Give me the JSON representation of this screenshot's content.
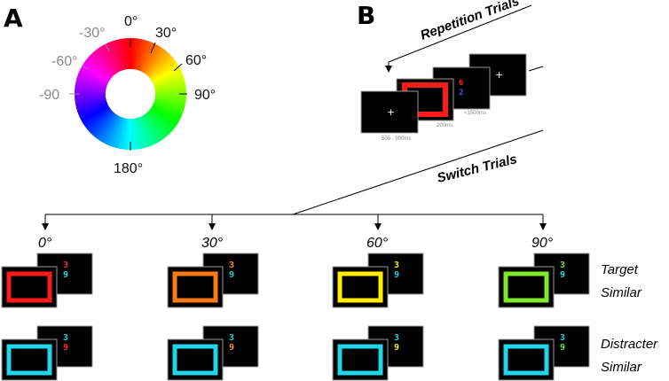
{
  "panel_a": {
    "letter": "A",
    "wheel_labels": [
      {
        "text": "0°",
        "shade": "black"
      },
      {
        "text": "30°",
        "shade": "black"
      },
      {
        "text": "60°",
        "shade": "black"
      },
      {
        "text": "90°",
        "shade": "black"
      },
      {
        "text": "180°",
        "shade": "black"
      },
      {
        "text": "-30°",
        "shade": "grey"
      },
      {
        "text": "-60°",
        "shade": "grey"
      },
      {
        "text": "-90",
        "shade": "grey"
      }
    ]
  },
  "panel_b": {
    "letter": "B",
    "repetition_label": "Repetition Trials",
    "switch_label": "Switch Trials",
    "sequence_digits": [
      "6",
      "2"
    ],
    "sequence_digit_colors": [
      "#ff2020",
      "#4b4bff"
    ],
    "timings": [
      "500 - 900ms",
      "200ms",
      "<1500ms"
    ],
    "fixation": "+"
  },
  "conditions": {
    "headers": [
      "0°",
      "30°",
      "60°",
      "90°"
    ],
    "row_labels": [
      "Target Similar",
      "Distracter Similar"
    ],
    "target_similar": [
      {
        "frame_color": "#ff1a1a",
        "digits": [
          "3",
          "9"
        ],
        "digit_colors": [
          "#ff2a2a",
          "#21d4e8"
        ]
      },
      {
        "frame_color": "#ff7a12",
        "digits": [
          "3",
          "9"
        ],
        "digit_colors": [
          "#ff8a1a",
          "#21d4e8"
        ]
      },
      {
        "frame_color": "#ffee00",
        "digits": [
          "3",
          "9"
        ],
        "digit_colors": [
          "#ffe81a",
          "#21d4e8"
        ]
      },
      {
        "frame_color": "#7ee82a",
        "digits": [
          "3",
          "9"
        ],
        "digit_colors": [
          "#6fe84a",
          "#21d4e8"
        ]
      }
    ],
    "distracter_similar": [
      {
        "frame_color": "#21d4e8",
        "digits": [
          "3",
          "9"
        ],
        "digit_colors": [
          "#21d4e8",
          "#ff2a2a"
        ]
      },
      {
        "frame_color": "#21d4e8",
        "digits": [
          "3",
          "9"
        ],
        "digit_colors": [
          "#21d4e8",
          "#ff8a1a"
        ]
      },
      {
        "frame_color": "#21d4e8",
        "digits": [
          "3",
          "9"
        ],
        "digit_colors": [
          "#21d4e8",
          "#ffe81a"
        ]
      },
      {
        "frame_color": "#21d4e8",
        "digits": [
          "3",
          "9"
        ],
        "digit_colors": [
          "#21d4e8",
          "#6fe84a"
        ]
      }
    ]
  }
}
